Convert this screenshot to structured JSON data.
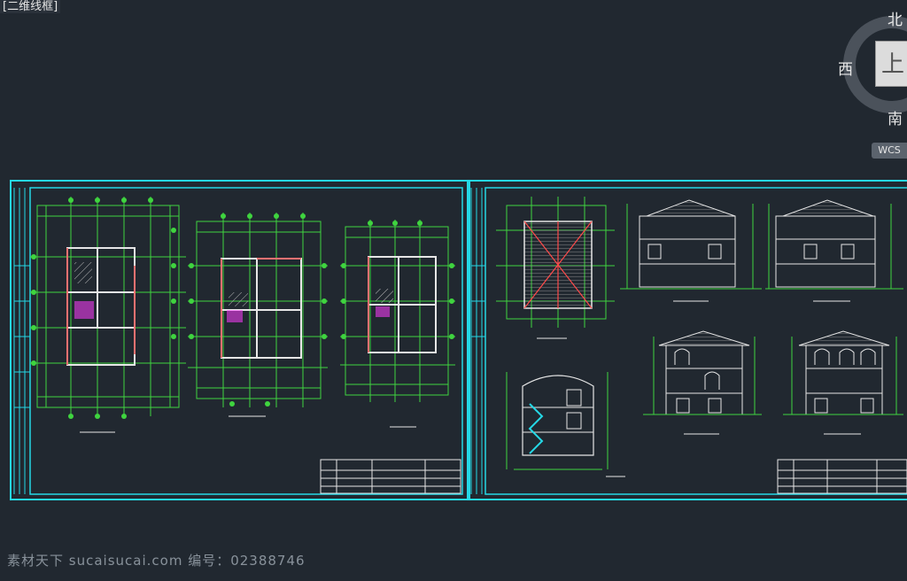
{
  "viewport": {
    "label": "[二维线框]"
  },
  "viewcube": {
    "north": "北",
    "west": "西",
    "south": "南",
    "face": "上",
    "wcs": "WCS"
  },
  "watermark": "素材天下 sucaisucai.com  编号：02388746",
  "colors": {
    "background": "#212830",
    "frame": "#25d8e6",
    "drawing": "#3fd43f",
    "walls": "#e6e6e6",
    "accent_red": "#ff4a4a",
    "accent_magenta": "#ff3cff"
  }
}
